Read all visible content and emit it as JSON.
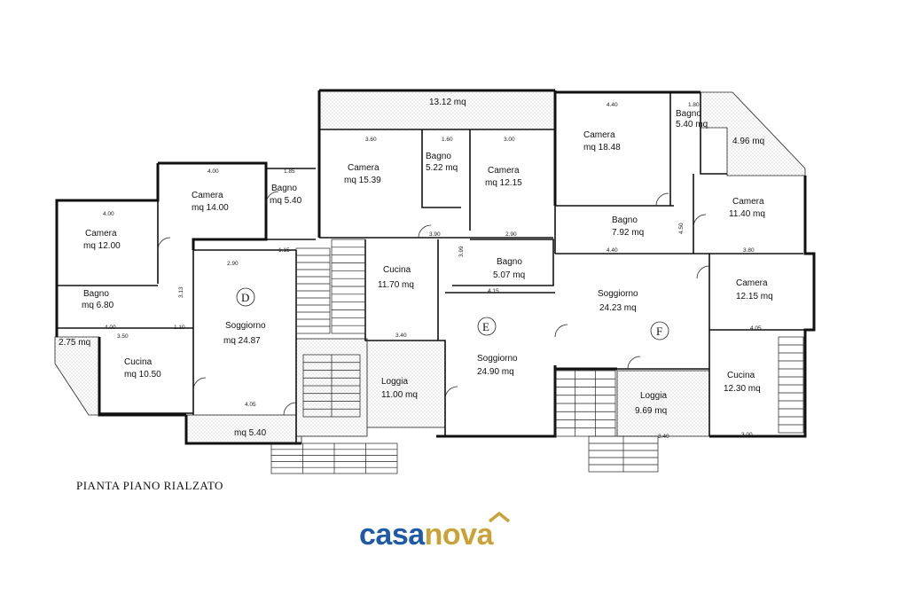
{
  "plan_title": "PIANTA PIANO RIALZATO",
  "logo": {
    "part1": "casa",
    "part2": "nova",
    "color1": "#1f5aa6",
    "color2": "#c9a23a"
  },
  "units": [
    "D",
    "E",
    "F"
  ],
  "rooms": [
    {
      "id": "top-terrace",
      "area": "13.12 mq"
    },
    {
      "id": "camera-1539",
      "name": "Camera",
      "area": "mq 15.39"
    },
    {
      "id": "bagno-522",
      "name": "Bagno",
      "area": "5.22 mq"
    },
    {
      "id": "camera-1215a",
      "name": "Camera",
      "area": "mq 12.15"
    },
    {
      "id": "camera-1848",
      "name": "Camera",
      "area": "mq 18.48"
    },
    {
      "id": "bagno-540a",
      "name": "Bagno",
      "area": "5.40 mq"
    },
    {
      "id": "terrace-496",
      "area": "4.96 mq"
    },
    {
      "id": "camera-1400",
      "name": "Camera",
      "area": "mq 14.00"
    },
    {
      "id": "bagno-540b",
      "name": "Bagno",
      "area": "mq 5.40"
    },
    {
      "id": "camera-1200",
      "name": "Camera",
      "area": "mq 12.00"
    },
    {
      "id": "bagno-680",
      "name": "Bagno",
      "area": "mq 6.80"
    },
    {
      "id": "terrace-275",
      "area": "2.75 mq"
    },
    {
      "id": "cucina-1050",
      "name": "Cucina",
      "area": "mq 10.50"
    },
    {
      "id": "soggiorno-2487",
      "name": "Soggiorno",
      "area": "mq 24.87"
    },
    {
      "id": "cucina-1170",
      "name": "Cucina",
      "area": "11.70 mq"
    },
    {
      "id": "bagno-507",
      "name": "Bagno",
      "area": "5.07 mq"
    },
    {
      "id": "bagno-792",
      "name": "Bagno",
      "area": "7.92 mq"
    },
    {
      "id": "camera-1140",
      "name": "Camera",
      "area": "11.40 mq"
    },
    {
      "id": "soggiorno-2423",
      "name": "Soggiorno",
      "area": "24.23 mq"
    },
    {
      "id": "camera-1215b",
      "name": "Camera",
      "area": "12.15 mq"
    },
    {
      "id": "loggia-1100",
      "name": "Loggia",
      "area": "11.00 mq"
    },
    {
      "id": "soggiorno-2490",
      "name": "Soggiorno",
      "area": "24.90 mq"
    },
    {
      "id": "loggia-969",
      "name": "Loggia",
      "area": "9.69 mq"
    },
    {
      "id": "cucina-1230",
      "name": "Cucina",
      "area": "12.30 mq"
    },
    {
      "id": "terrace-540",
      "area": "mq 5.40"
    }
  ],
  "dimensions": [
    "4.40",
    "1.80",
    "3.60",
    "1.60",
    "3.00",
    "4.00",
    "1.85",
    "4.00",
    "2.90",
    "1.15",
    "3.90",
    "2.90",
    "4.15",
    "4.40",
    "3.80",
    "4.05",
    "4.05",
    "3.50",
    "1.10",
    "4.00",
    "3.40",
    "3.40",
    "3.00",
    "4.50",
    "3.99",
    "3.13"
  ]
}
